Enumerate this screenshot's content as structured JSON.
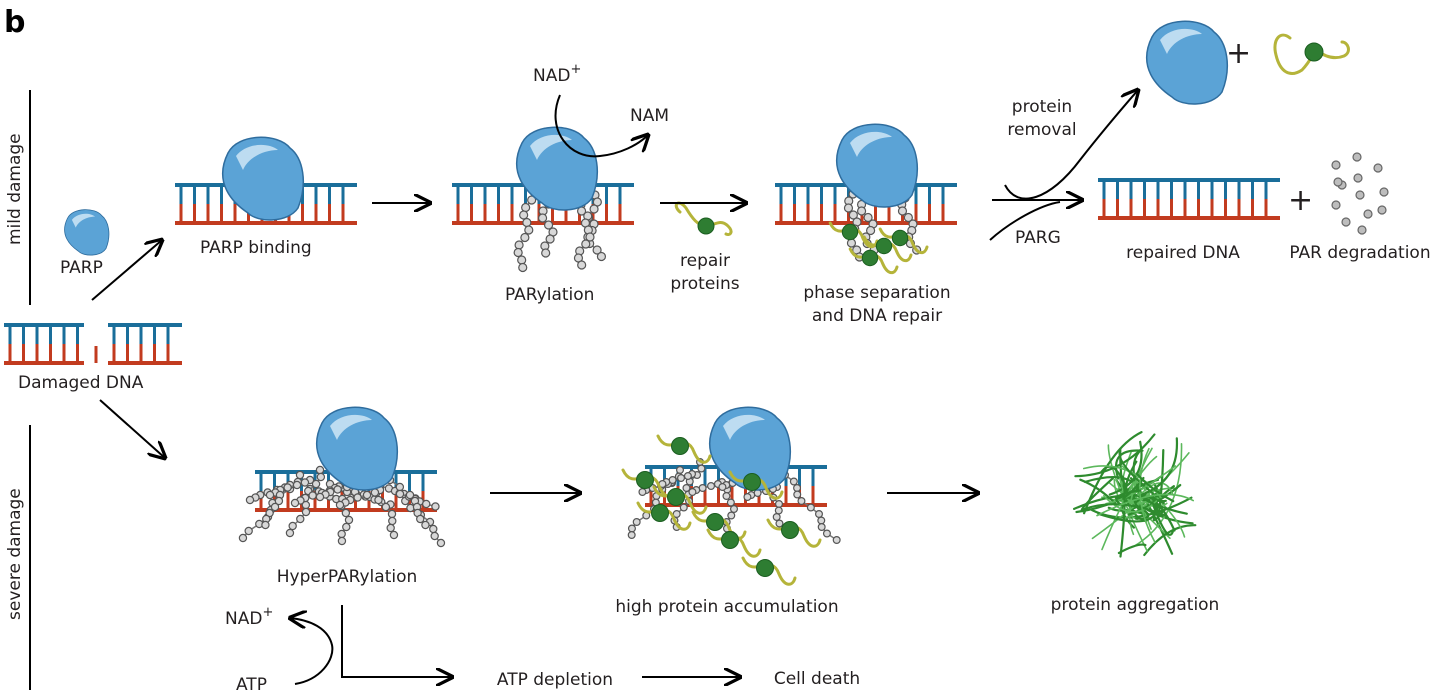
{
  "panel_label": "b",
  "rows": {
    "mild": "mild damage",
    "severe": "severe damage"
  },
  "labels": {
    "parp": "PARP",
    "damaged_dna": "Damaged DNA",
    "parp_binding": "PARP binding",
    "nad_top": "NAD",
    "nad_sup": "+",
    "nam": "NAM",
    "parylation": "PARylation",
    "repair_proteins_1": "repair",
    "repair_proteins_2": "proteins",
    "phase_sep_1": "phase separation",
    "phase_sep_2": "and DNA repair",
    "protein_removal_1": "protein",
    "protein_removal_2": "removal",
    "parg": "PARG",
    "repaired_dna": "repaired DNA",
    "par_degradation": "PAR degradation",
    "plus": "+",
    "hyperparylation": "HyperPARylation",
    "high_protein_accumulation": "high protein accumulation",
    "protein_aggregation": "protein aggregation",
    "nad_bottom": "NAD",
    "atp": "ATP",
    "atp_depletion": "ATP depletion",
    "cell_death": "Cell death"
  },
  "colors": {
    "dna_top": "#1a6e9a",
    "dna_bottom": "#c23b1f",
    "parp_protein": "#5ba3d6",
    "repair_ball": "#2e7d32",
    "repair_string": "#b5b43a",
    "aggregate": "#2e8b2e"
  }
}
